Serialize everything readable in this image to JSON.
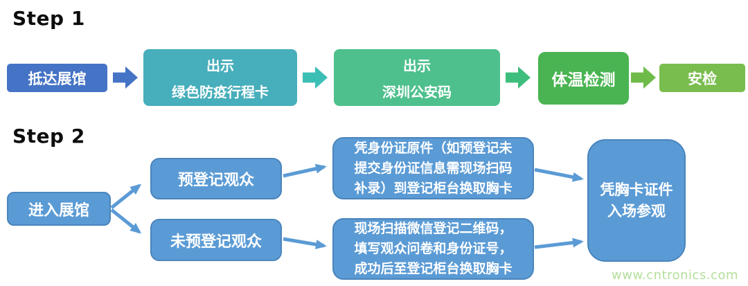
{
  "step1": {
    "heading": "Step 1",
    "nodes": [
      {
        "label": "抵达展馆"
      },
      {
        "lines": [
          "出示",
          "绿色防疫行程卡"
        ]
      },
      {
        "lines": [
          "出示",
          "深圳公安码"
        ]
      },
      {
        "label": "体温检测"
      },
      {
        "label": "安检"
      }
    ]
  },
  "step2": {
    "heading": "Step 2",
    "entry": "进入展馆",
    "branch1": "预登记观众",
    "branch2": "未预登记观众",
    "note1": {
      "lines": [
        "凭身份证原件（如预登记未",
        "提交身份证信息需现场扫码",
        "补录）到登记柜台换取胸卡"
      ]
    },
    "note2": {
      "lines": [
        "现场扫描微信登记二维码，",
        "填写观众问卷和身份证号，",
        "成功后至登记柜台换取胸卡"
      ]
    },
    "final": {
      "lines": [
        "凭胸卡证件",
        "入场参观"
      ]
    }
  },
  "watermark": "www.cntronics.com",
  "colors": {
    "step1_box1_blue": "#4573C5",
    "step1_box2_teal": "#47AEBB",
    "step1_box3_mint": "#4EC08D",
    "step1_box4_green": "#49B451",
    "step1_box5_olive": "#7ABD4F",
    "arrow_teal": "#3BBFB5",
    "arrow_mint": "#3EBE7C",
    "arrow_olive": "#6FBB4A",
    "step2_blue": "#5B9BD5",
    "step2_border": "#4A84BC",
    "watermark_green": "#B4DF9C",
    "heading_black": "#0d0d0d",
    "text_white": "#ffffff"
  }
}
